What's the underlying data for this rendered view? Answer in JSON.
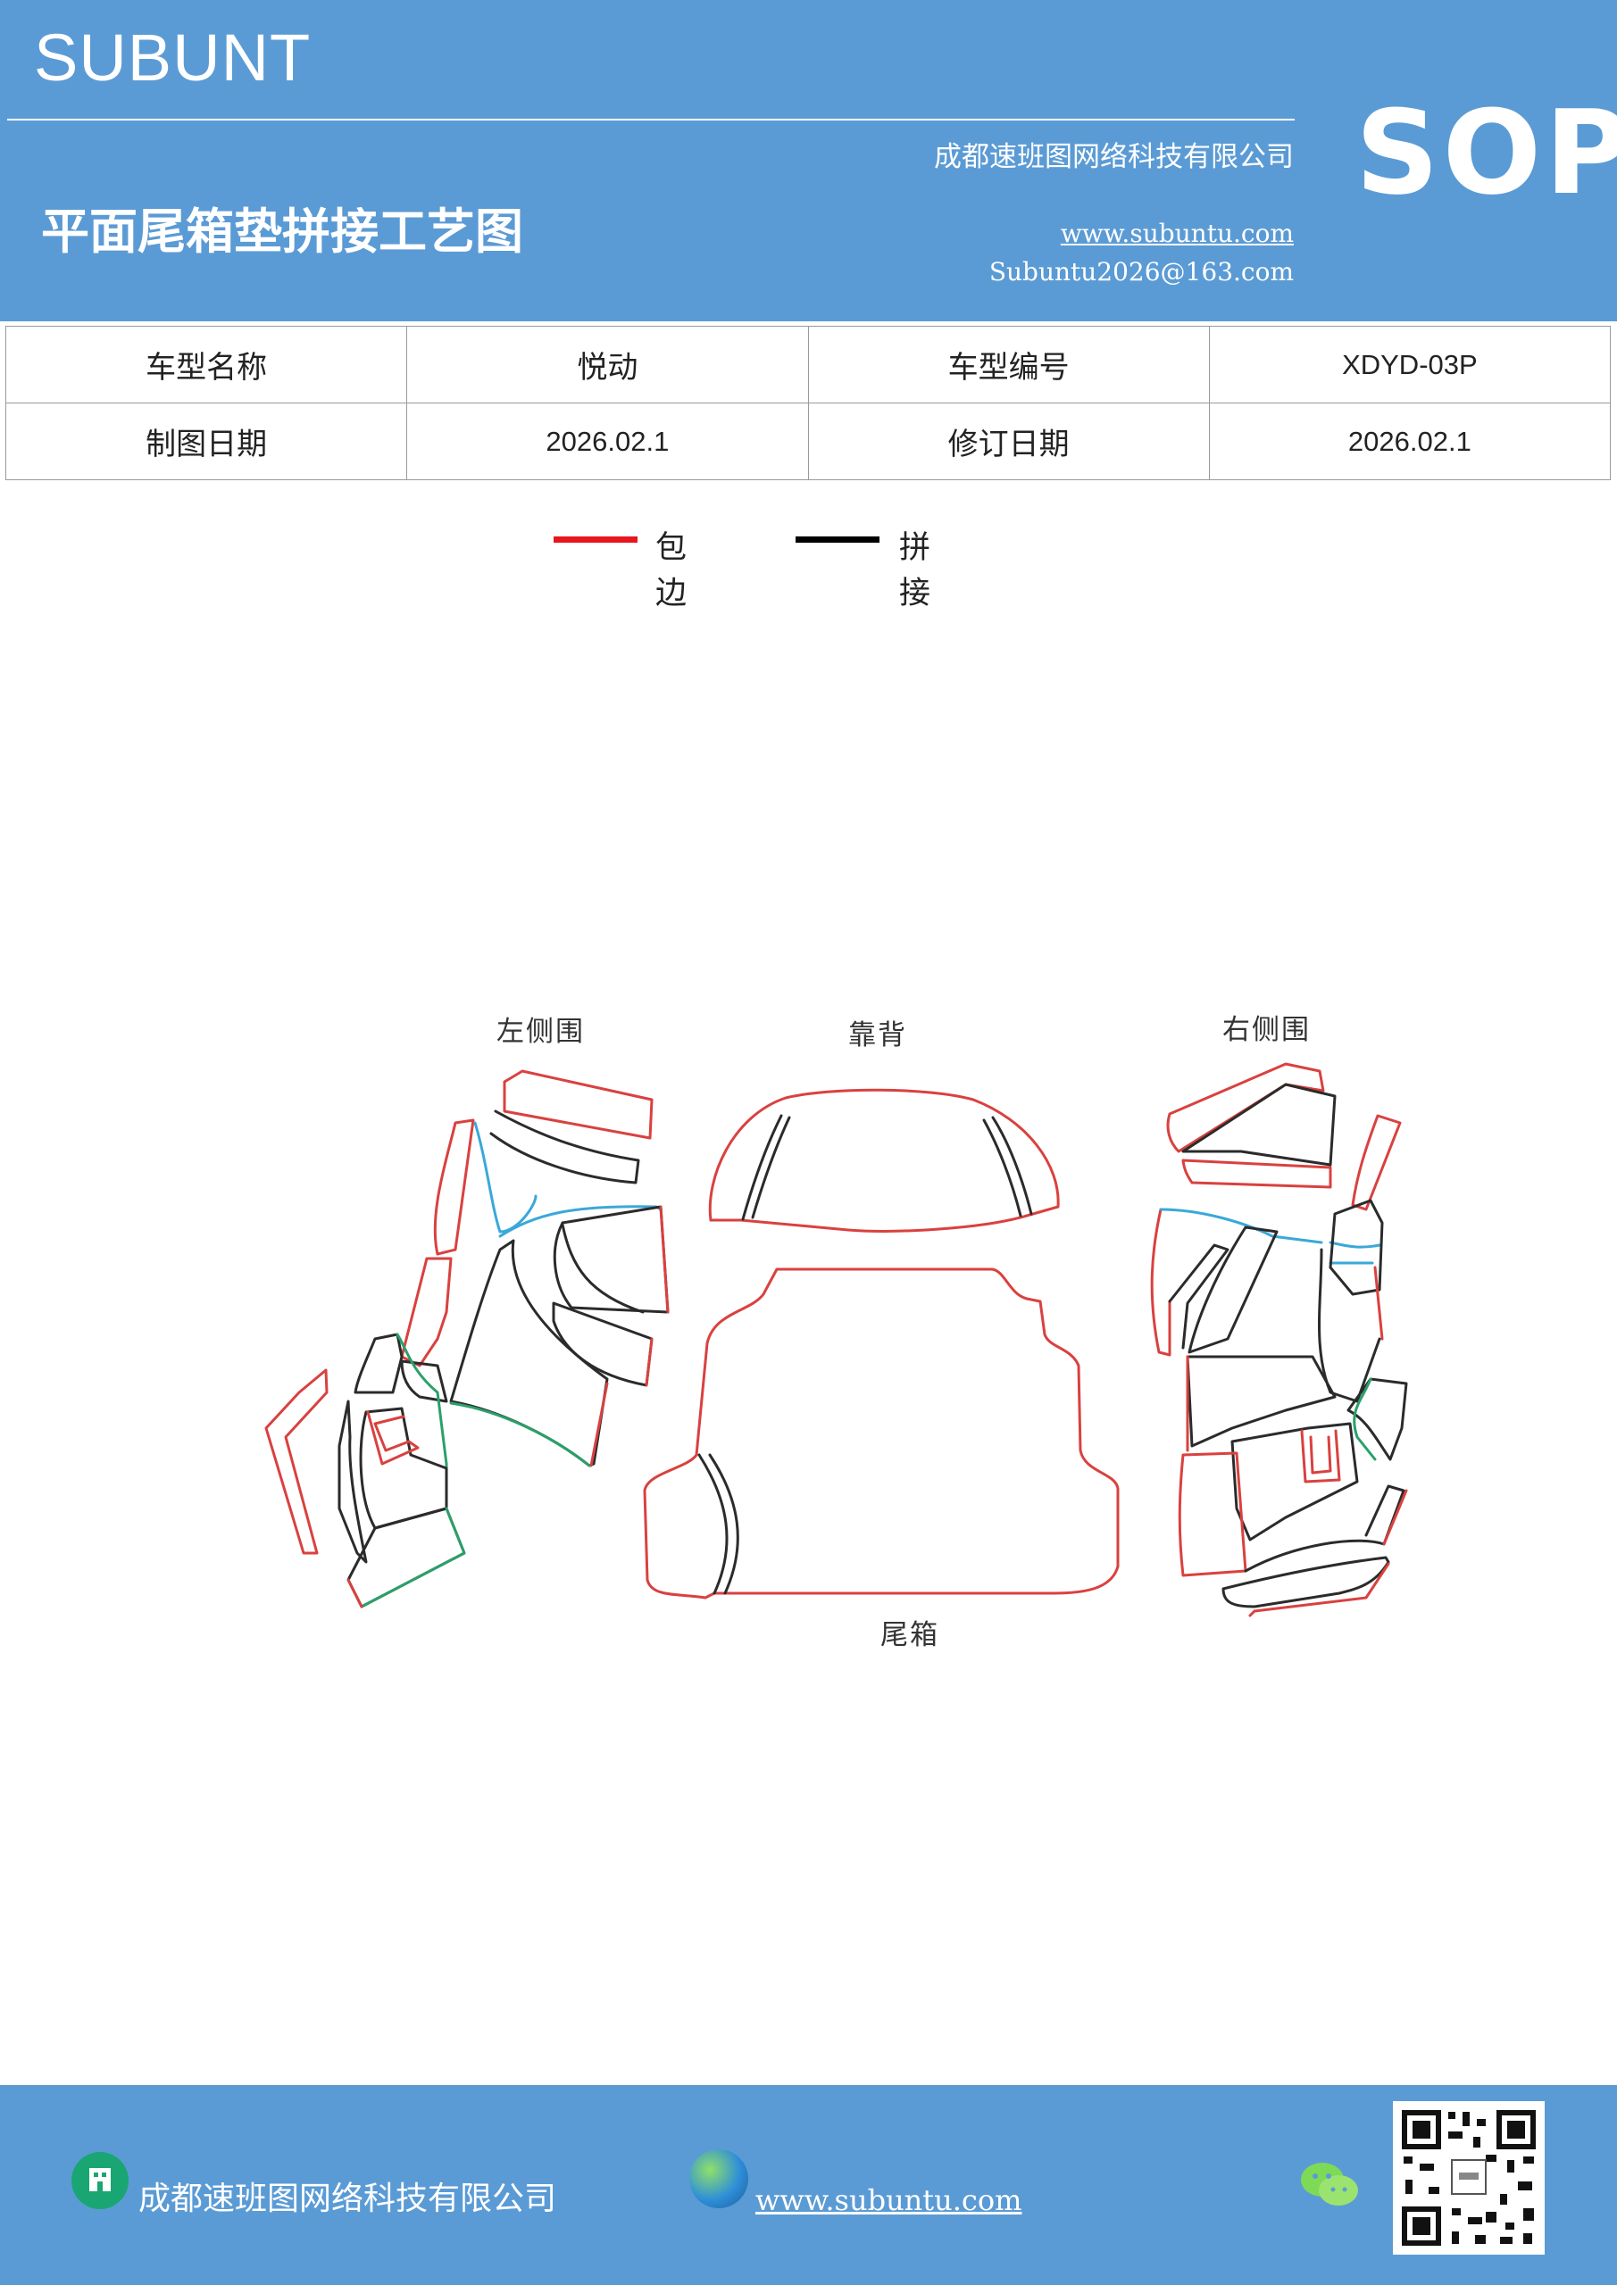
{
  "header": {
    "brand": "SUBUNT",
    "sop": "SOP",
    "company": "成都速班图网络科技有限公司",
    "title": "平面尾箱垫拼接工艺图",
    "website": "www.subuntu.com",
    "email": "Subuntu2026@163.com",
    "bg_color": "#5b9bd5"
  },
  "info_table": {
    "rows": [
      [
        "车型名称",
        "悦动",
        "车型编号",
        "XDYD-03P"
      ],
      [
        "制图日期",
        "2026.02.1",
        "修订日期",
        "2026.02.1"
      ]
    ]
  },
  "legend": [
    {
      "label": "包边",
      "color": "#e8161d"
    },
    {
      "label": "拼接",
      "color": "#000000"
    }
  ],
  "diagram": {
    "labels": {
      "left": "左侧围",
      "back": "靠背",
      "right": "右侧围",
      "trunk": "尾箱"
    },
    "colors": {
      "edge": "#d9413f",
      "seam": "#2b2b2b",
      "blue": "#3aa8d8",
      "green": "#2aa06a"
    }
  },
  "footer": {
    "company": "成都速班图网络科技有限公司",
    "website": "www.subuntu.com",
    "building_icon": "building-icon",
    "globe_icon": "globe-icon",
    "wechat_icon": "wechat-icon",
    "qr": "qr-code"
  }
}
